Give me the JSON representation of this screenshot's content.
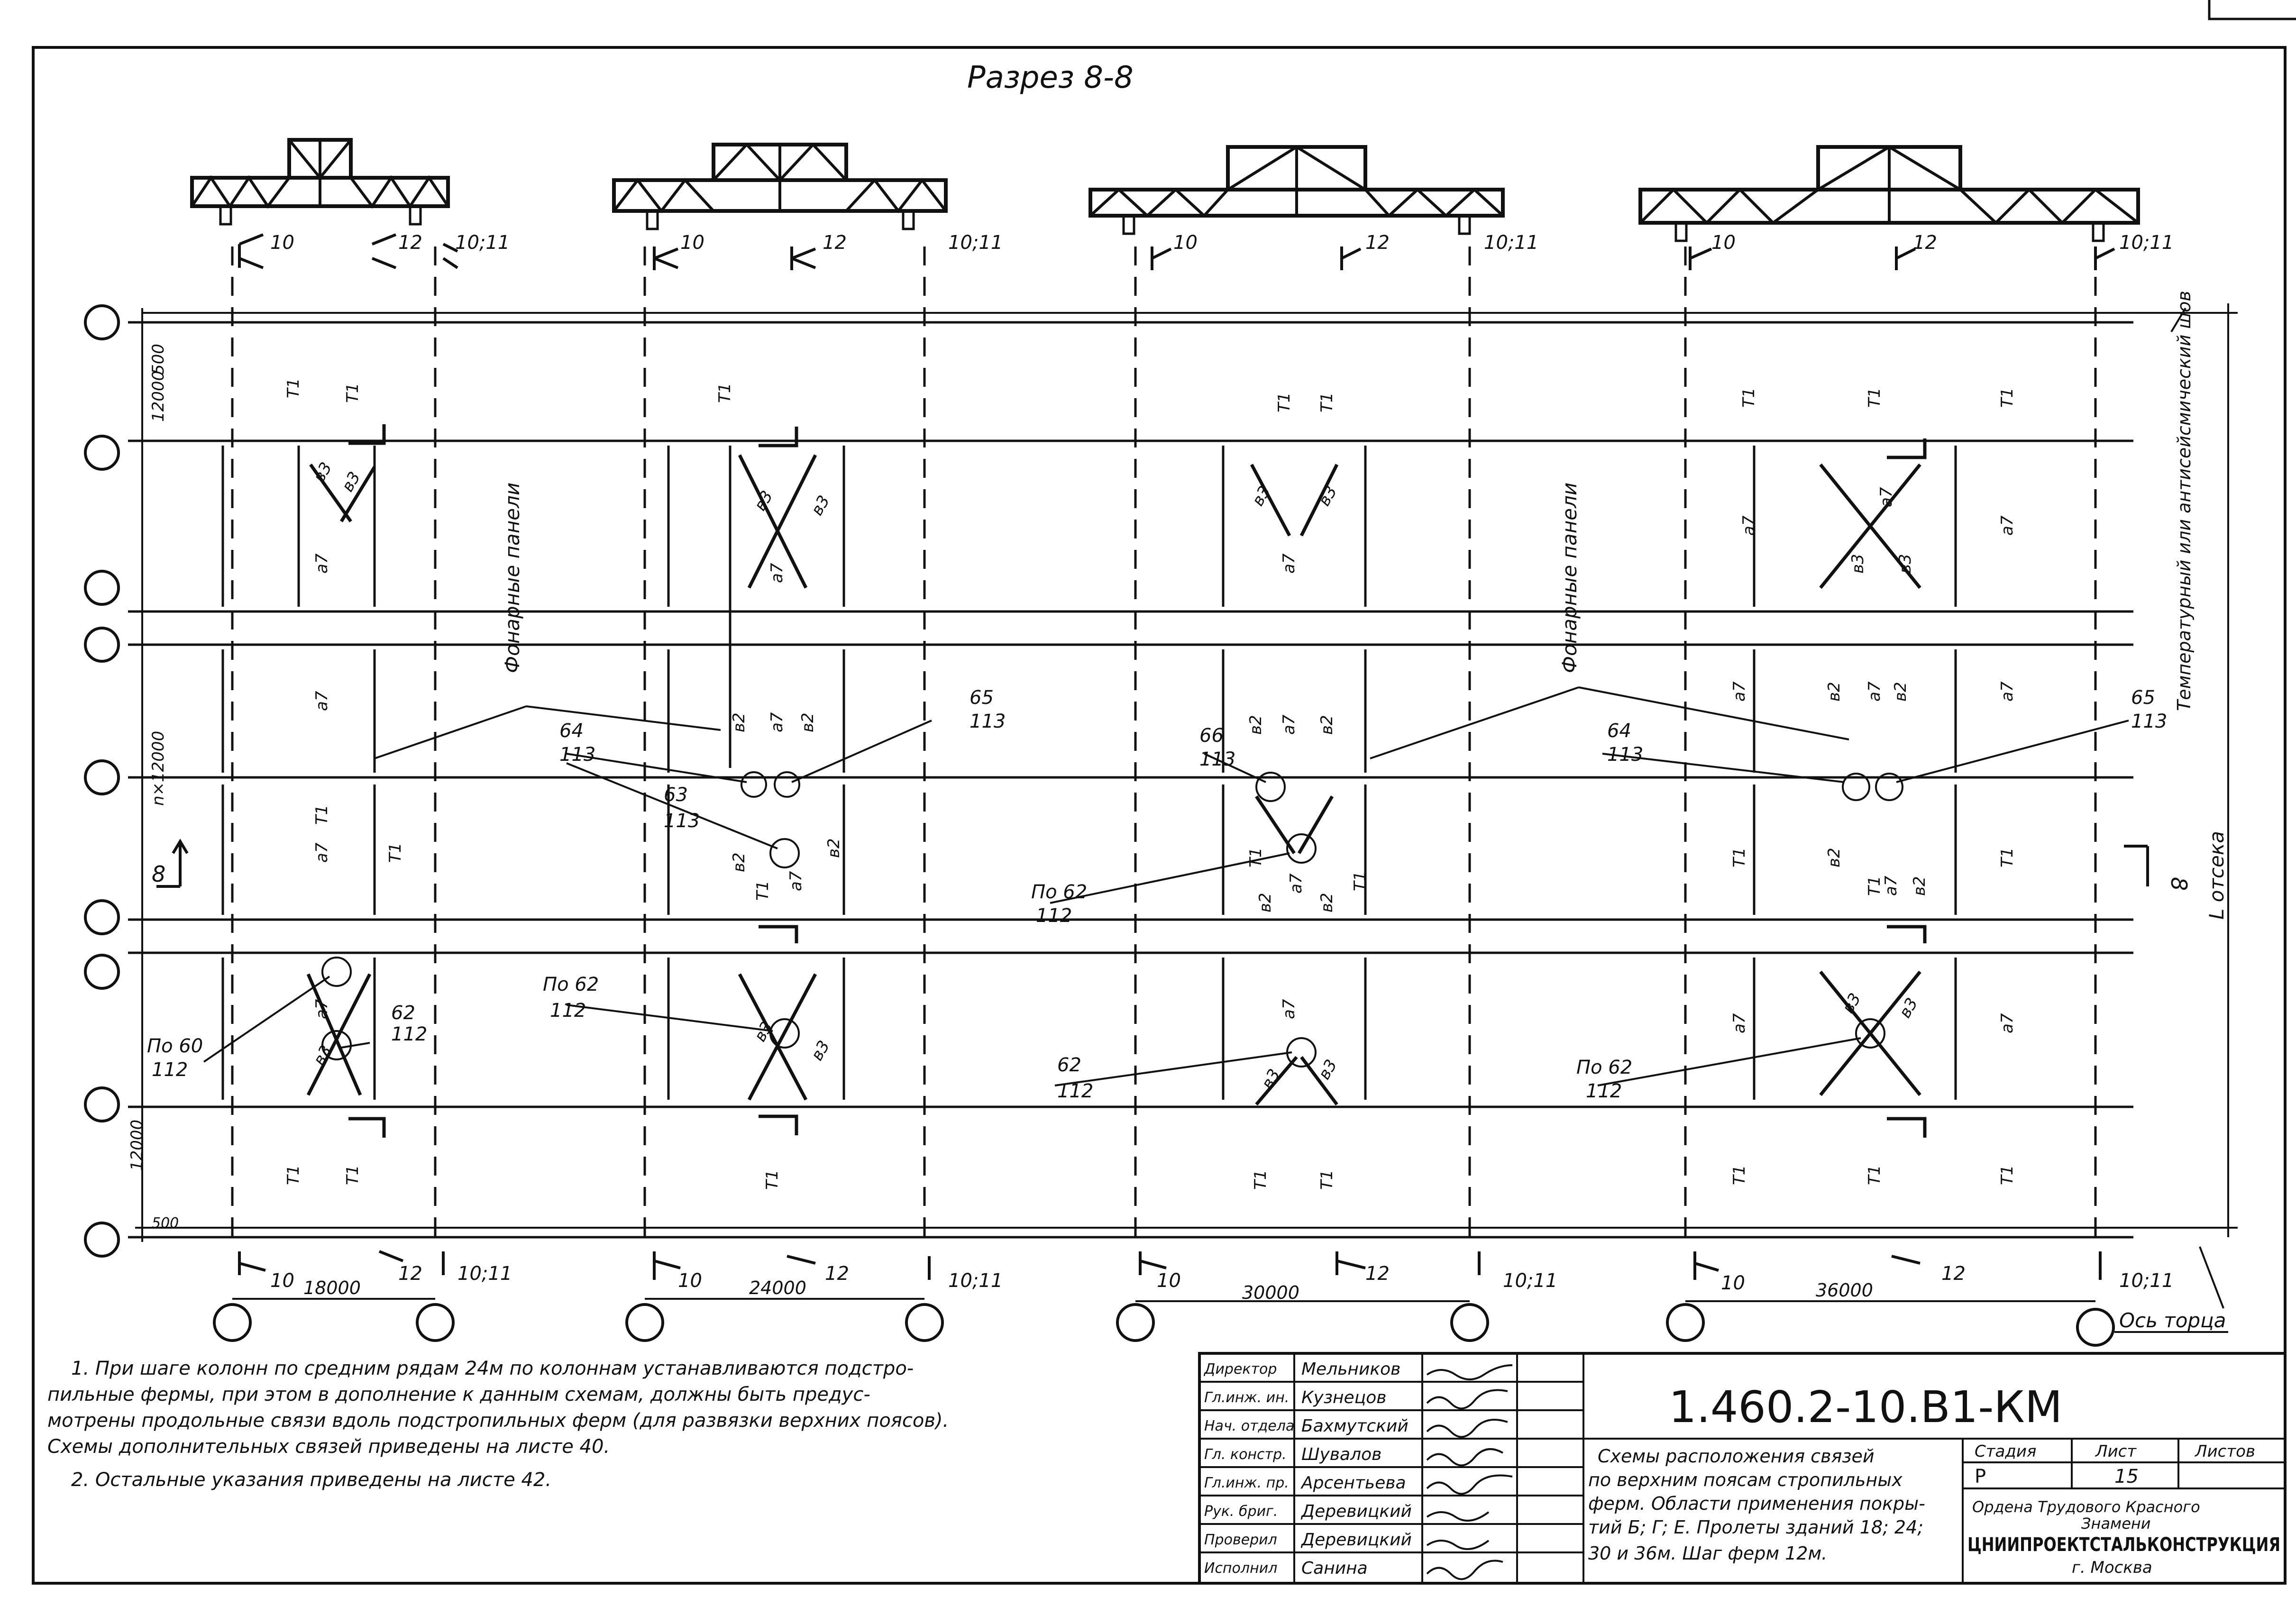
{
  "title": "Разрез 8-8",
  "axis_labels": {
    "axis10": "10",
    "axis12": "12",
    "axis1011_a": "10;11",
    "axis1011_b": "10;11",
    "axis1011_c": "10;11",
    "axis1011_d": "10;11",
    "axis10_11": "10;11"
  },
  "section_mark": "8",
  "schemes": [
    {
      "span": "18000"
    },
    {
      "span": "24000"
    },
    {
      "span": "30000"
    },
    {
      "span": "36000"
    }
  ],
  "dims": {
    "d500_top": "500",
    "d12000_top": "12000",
    "dn12000": "n×12000",
    "d12000_bot": "12000",
    "d500_bot": "500"
  },
  "element_labels": {
    "t1": "T1",
    "a7": "a7",
    "v2": "в2",
    "v3": "в3"
  },
  "notes": {
    "lantern_panels": "Фонарные панели",
    "temp_seam": "Температурный или антисейсмический шов",
    "bay_length": "L отсека",
    "end_axis": "Ось торца"
  },
  "callouts": {
    "c60": "По 60",
    "c60b": "112",
    "c62a": "62",
    "c62ab": "112",
    "c62b": "По 62",
    "c62bb": "112",
    "c63": "63",
    "c63b": "113",
    "c64": "64",
    "c64b": "113",
    "c65": "65",
    "c65b": "113",
    "c66": "66",
    "c66b": "113"
  },
  "footnotes": {
    "n1_l1": "1. При шаге колонн по средним рядам 24м по колоннам устанавливаются подстро-",
    "n1_l2": "пильные фермы, при этом в дополнение к данным схемам, должны быть предус-",
    "n1_l3": "мотрены продольные связи вдоль подстропильных ферм (для развязки верхних поясов).",
    "n1_l4": "Схемы дополнительных связей приведены на листе 40.",
    "n2": "2. Остальные указания приведены на листе 42."
  },
  "title_block": {
    "roles": [
      "Директор",
      "Гл.инж. ин.",
      "Нач. отдела",
      "Гл. констр.",
      "Гл.инж. пр.",
      "Рук. бриг.",
      "Проверил",
      "Исполнил"
    ],
    "names": [
      "Мельников",
      "Кузнецов",
      "Бахмутский",
      "Шувалов",
      "Арсентьева",
      "Деревицкий",
      "Деревицкий",
      "Санина"
    ],
    "code": "1.460.2-10.В1-КМ",
    "desc_l1": "Схемы расположения связей",
    "desc_l2": "по верхним поясам стропильных",
    "desc_l3": "ферм. Области применения покры-",
    "desc_l4": "тий Б; Г; Е. Пролеты зданий 18; 24;",
    "desc_l5": "30 и 36м. Шаг ферм 12м.",
    "stage_h": "Стадия",
    "sheet_h": "Лист",
    "sheets_h": "Листов",
    "stage": "Р",
    "sheet": "15",
    "org_l1": "Ордена Трудового Красного",
    "org_l2": "Знамени",
    "org_l3": "ЦНИИПРОЕКТСТАЛЬКОНСТРУКЦИЯ",
    "org_l4": "г. Москва"
  }
}
